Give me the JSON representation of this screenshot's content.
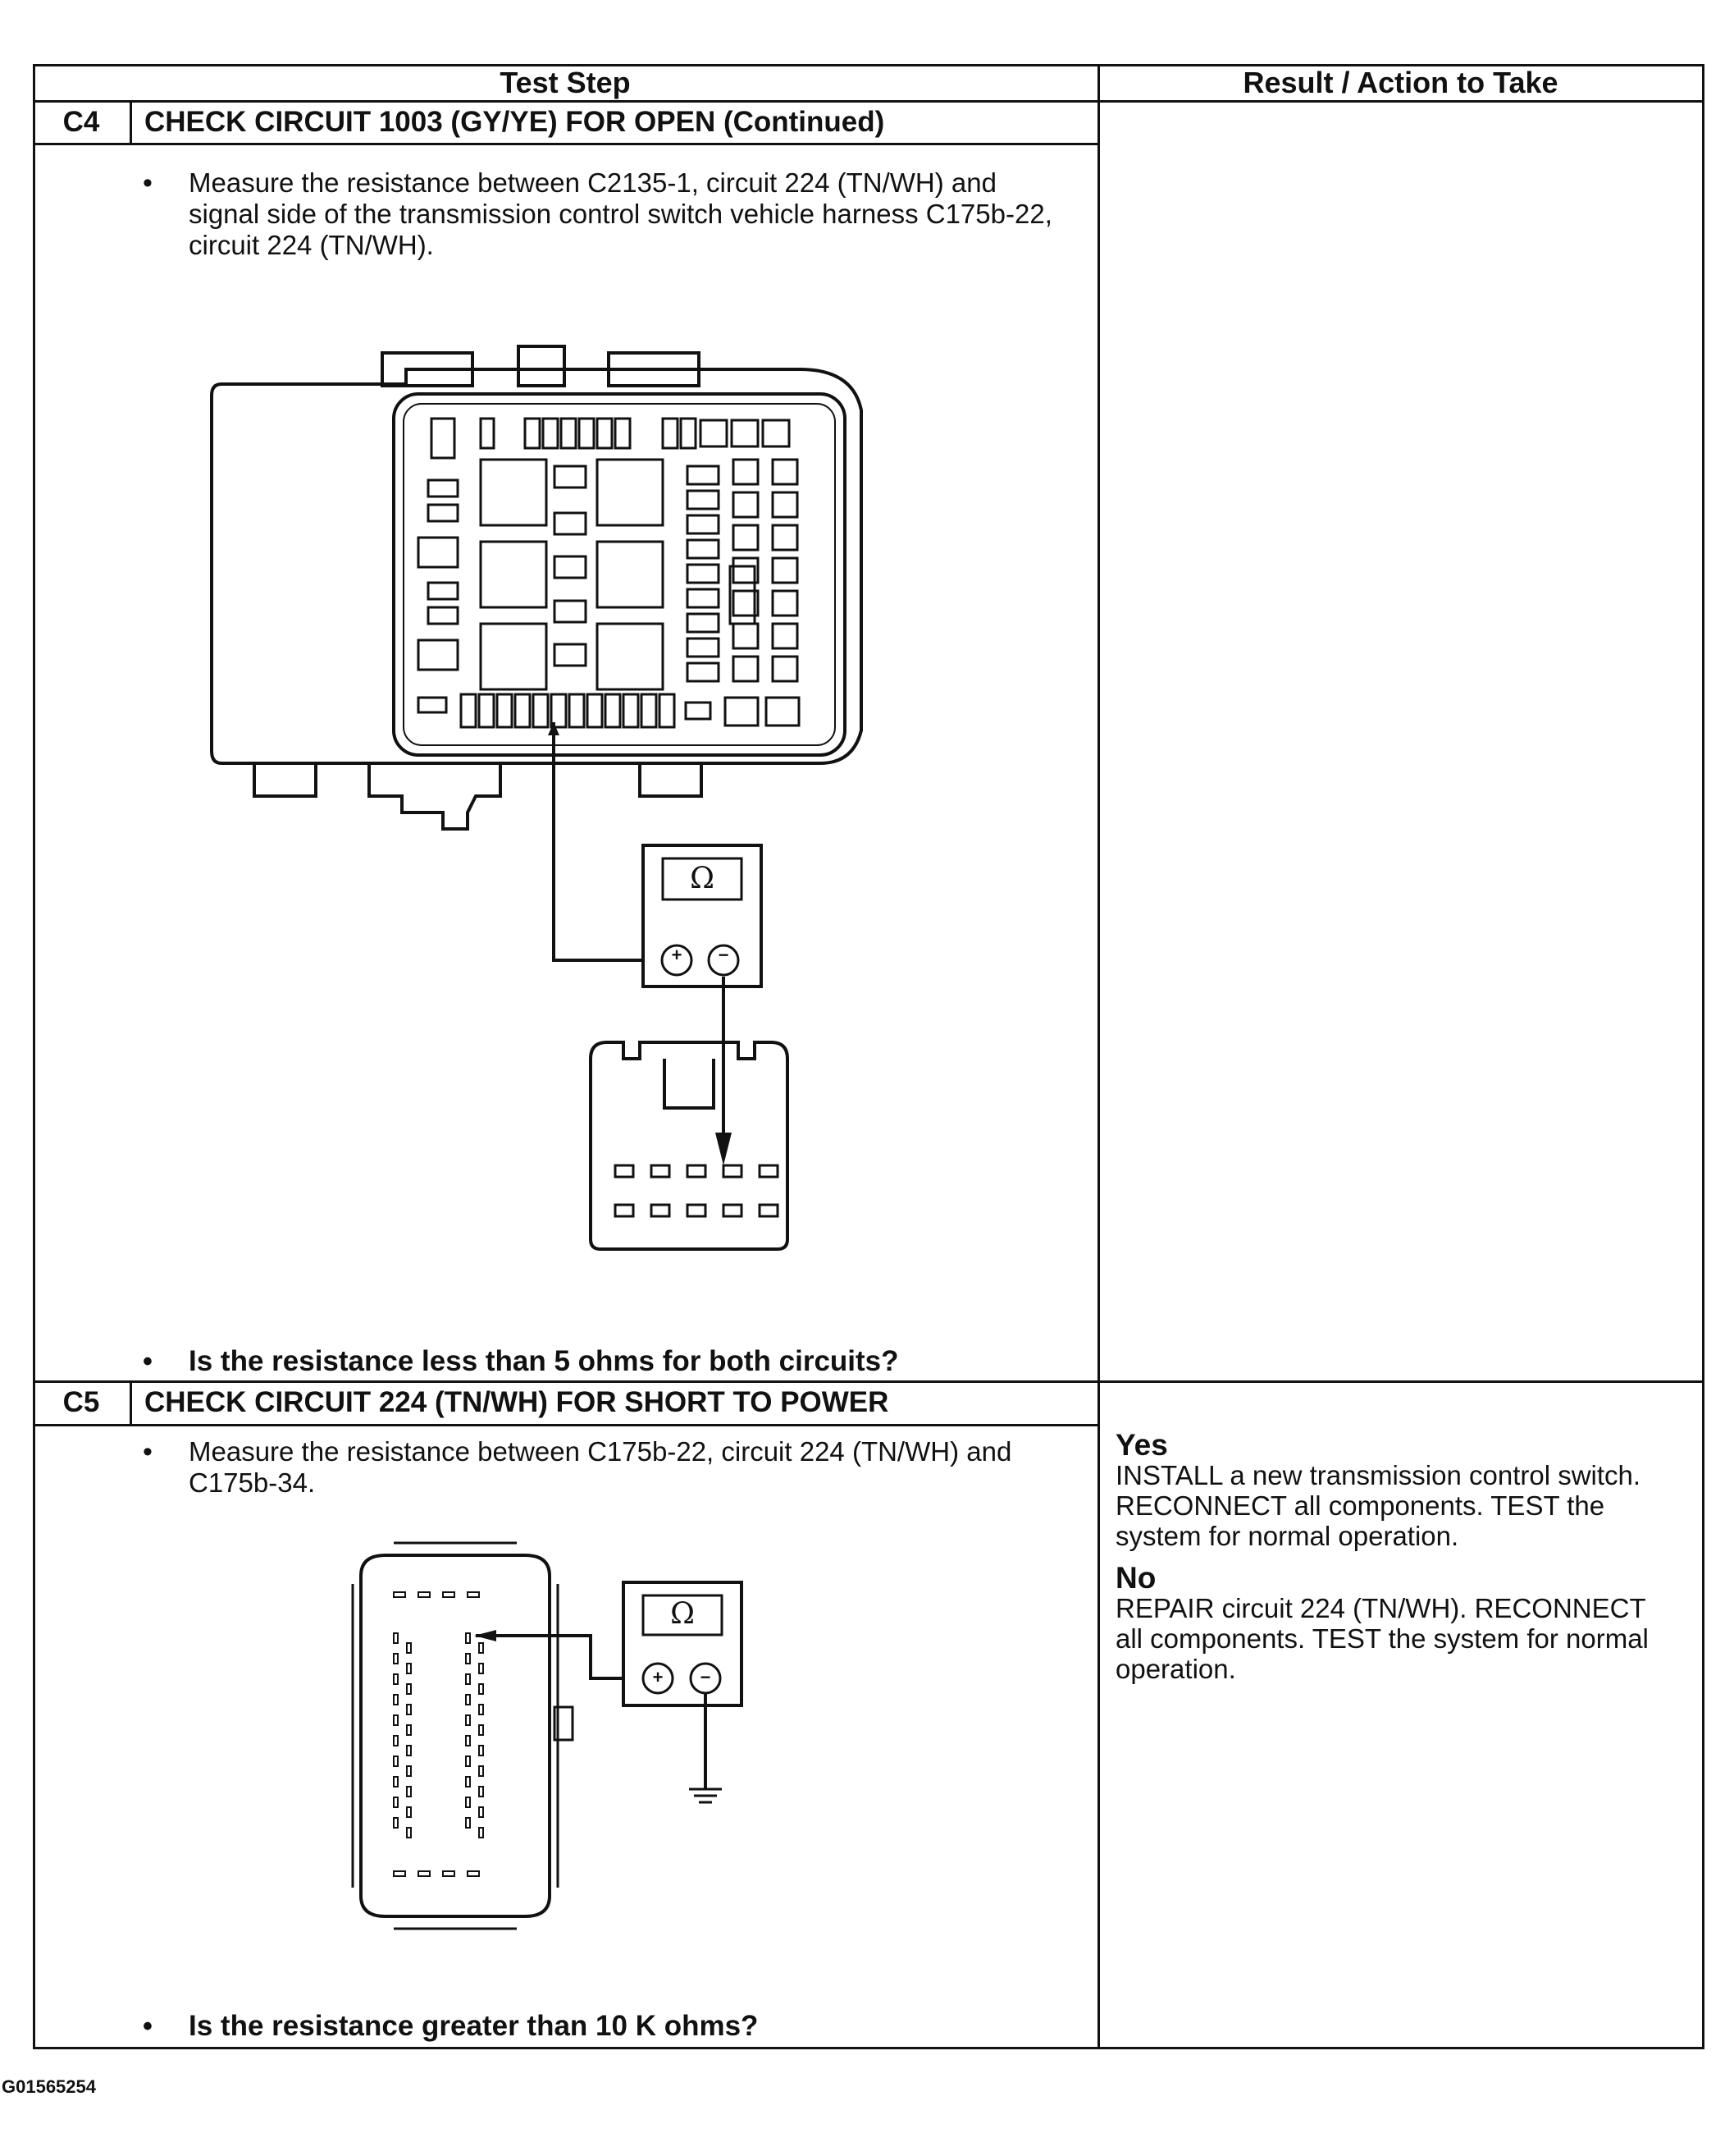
{
  "header": {
    "test_step": "Test Step",
    "result_action": "Result / Action to Take"
  },
  "steps": [
    {
      "id": "C4",
      "title": "CHECK CIRCUIT 1003 (GY/YE) FOR OPEN (Continued)",
      "instruction": "Measure the resistance between C2135-1, circuit 224 (TN/WH) and signal side of the transmission control switch vehicle harness C175b-22, circuit 224 (TN/WH).",
      "question": "Is the resistance less than 5 ohms for both circuits?",
      "meter_symbol": "Ω",
      "meter_plus": "+",
      "meter_minus": "−"
    },
    {
      "id": "C5",
      "title": "CHECK CIRCUIT 224 (TN/WH) FOR SHORT TO POWER",
      "instruction": "Measure the resistance between C175b-22, circuit 224 (TN/WH) and C175b-34.",
      "question": "Is the resistance greater than 10 K ohms?",
      "meter_symbol": "Ω",
      "meter_plus": "+",
      "meter_minus": "−",
      "results": {
        "yes_label": "Yes",
        "yes_action": "INSTALL a new transmission control switch. RECONNECT all components. TEST the system for normal operation.",
        "no_label": "No",
        "no_action": "REPAIR circuit 224 (TN/WH). RECONNECT all components. TEST the system for normal operation."
      }
    }
  ],
  "figure_code": "G01565254"
}
